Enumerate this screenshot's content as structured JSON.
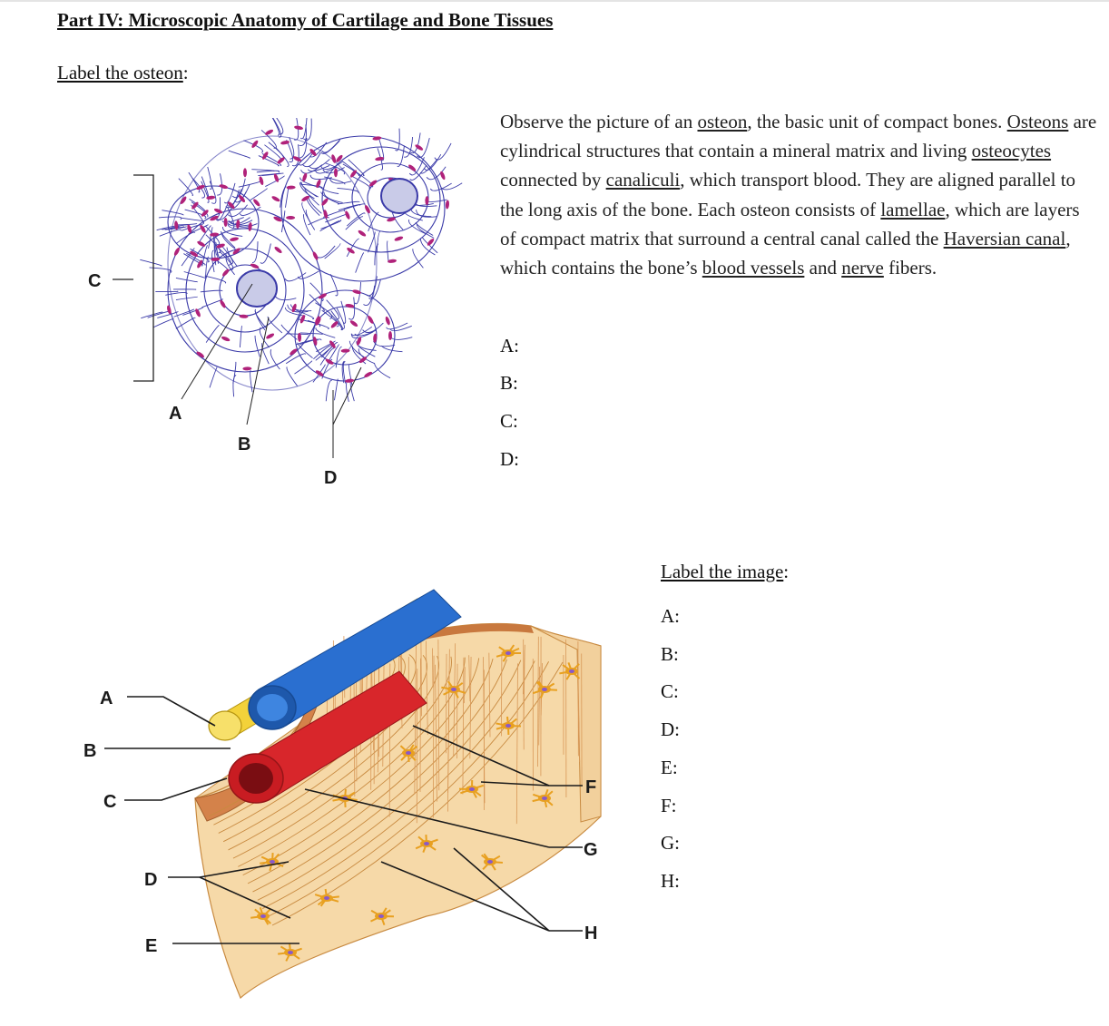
{
  "title": "Part IV:  Microscopic Anatomy of Cartilage and Bone Tissues",
  "section1": {
    "heading": "Label the osteon",
    "heading_colon": ":",
    "paragraph": [
      {
        "t": "Observe the picture of an "
      },
      {
        "t": "osteon",
        "u": true
      },
      {
        "t": ", the basic unit of compact bones. "
      },
      {
        "t": "Osteons",
        "u": true
      },
      {
        "t": " are cylindrical structures that contain a mineral matrix and living "
      },
      {
        "t": "osteocytes",
        "u": true
      },
      {
        "t": " connected by "
      },
      {
        "t": "canaliculi",
        "u": true
      },
      {
        "t": ", which transport blood. They are aligned parallel to the long axis of the bone. Each osteon consists of "
      },
      {
        "t": "lamellae",
        "u": true
      },
      {
        "t": ", which are layers of compact matrix that surround a central canal called the "
      },
      {
        "t": "Haversian canal",
        "u": true
      },
      {
        "t": ", which contains the bone’s "
      },
      {
        "t": "blood vessels",
        "u": true
      },
      {
        "t": " and "
      },
      {
        "t": "nerve",
        "u": true
      },
      {
        "t": " fibers."
      }
    ],
    "answers": [
      "A:",
      "B:",
      "C:",
      "D:"
    ],
    "diagram_labels": {
      "a": "A",
      "b": "B",
      "c": "C",
      "d": "D"
    }
  },
  "section2": {
    "heading": "Label the image",
    "heading_colon": ":",
    "answers": [
      "A:",
      "B:",
      "C:",
      "D:",
      "E:",
      "F:",
      "G:",
      "H:"
    ],
    "diagram_labels": {
      "a": "A",
      "b": "B",
      "c": "C",
      "d": "D",
      "e": "E",
      "f": "F",
      "g": "G",
      "h": "H"
    }
  },
  "colors": {
    "canaliculi": "#3a3aa8",
    "osteocyte": "#b0227a",
    "canal_fill": "#c9cbe8",
    "vein": "#2a6fd0",
    "artery": "#d8262b",
    "nerve": "#f3d23a",
    "bone": "#f4d6a8",
    "bone_dark": "#e8a050",
    "lacuna": "#e8a020"
  }
}
